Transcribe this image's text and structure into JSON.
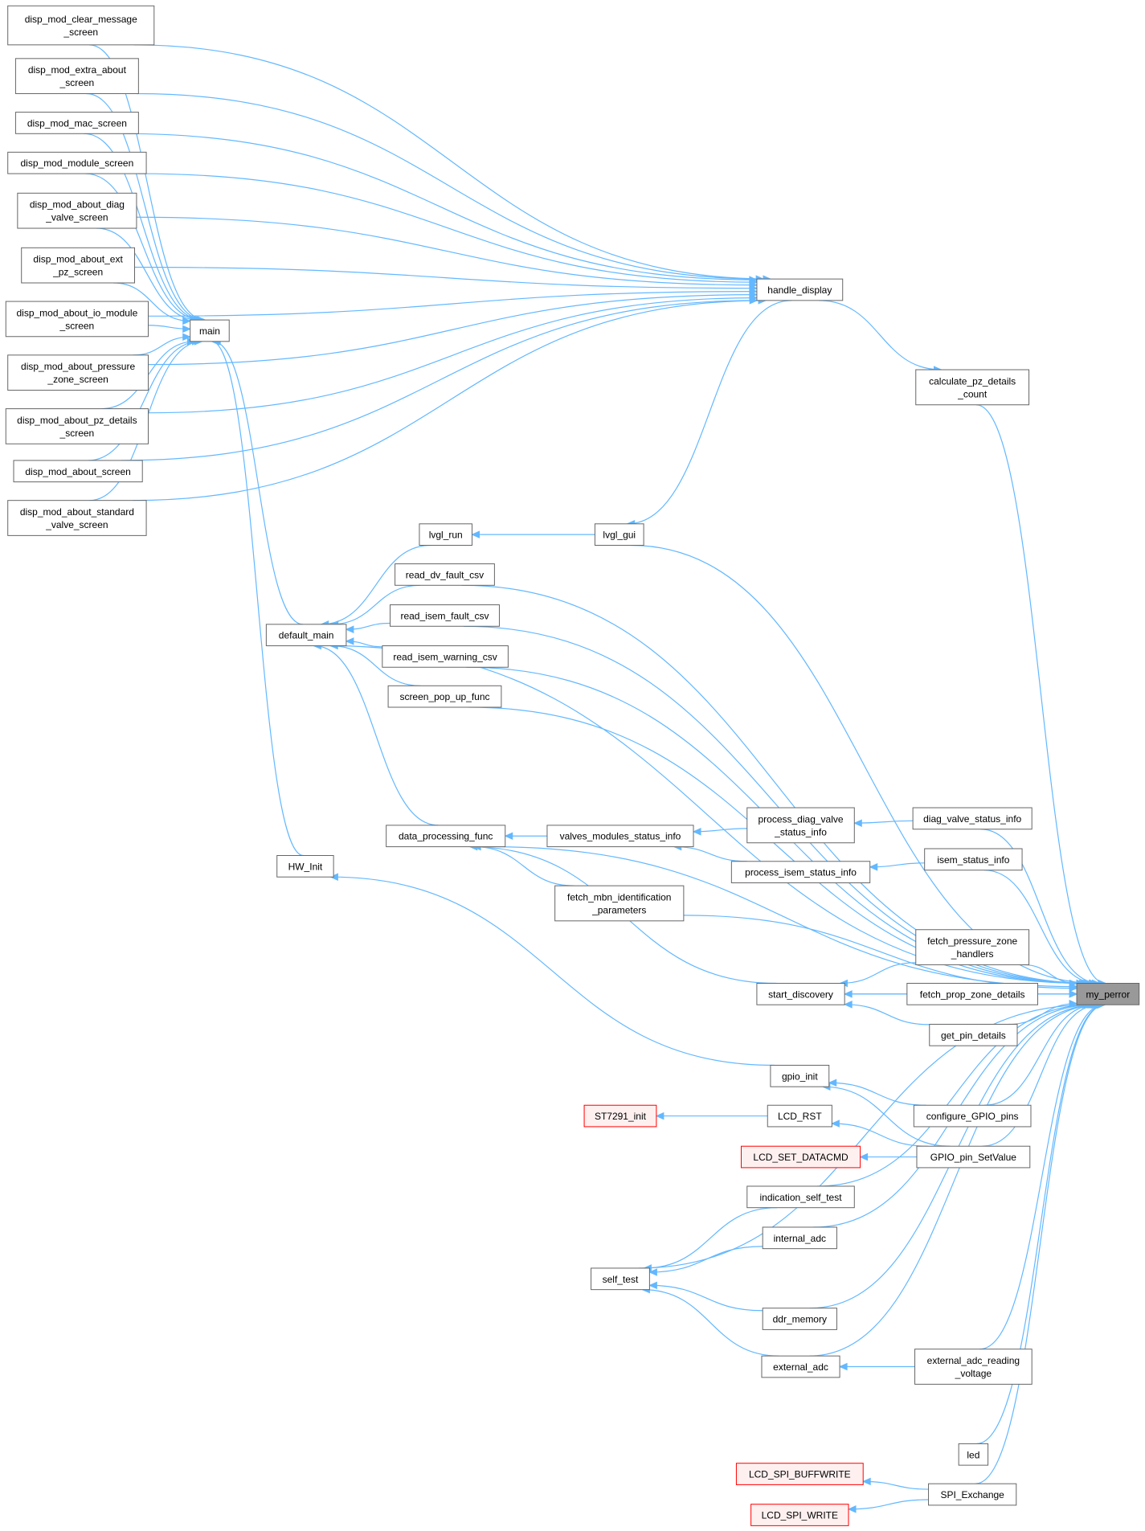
{
  "nodes": [
    {
      "id": "dmcms",
      "lines": [
        "disp_mod_clear_message",
        "_screen"
      ],
      "style": "normal"
    },
    {
      "id": "dmeas",
      "lines": [
        "disp_mod_extra_about",
        "_screen"
      ],
      "style": "normal"
    },
    {
      "id": "dmms",
      "lines": [
        "disp_mod_mac_screen"
      ],
      "style": "normal"
    },
    {
      "id": "dmmods",
      "lines": [
        "disp_mod_module_screen"
      ],
      "style": "normal"
    },
    {
      "id": "dmadvs",
      "lines": [
        "disp_mod_about_diag",
        "_valve_screen"
      ],
      "style": "normal"
    },
    {
      "id": "dmaeps",
      "lines": [
        "disp_mod_about_ext",
        "_pz_screen"
      ],
      "style": "normal"
    },
    {
      "id": "dmaioms",
      "lines": [
        "disp_mod_about_io_module",
        "_screen"
      ],
      "style": "normal"
    },
    {
      "id": "dmapzs",
      "lines": [
        "disp_mod_about_pressure",
        "_zone_screen"
      ],
      "style": "normal"
    },
    {
      "id": "dmapzds",
      "lines": [
        "disp_mod_about_pz_details",
        "_screen"
      ],
      "style": "normal"
    },
    {
      "id": "dmas",
      "lines": [
        "disp_mod_about_screen"
      ],
      "style": "normal"
    },
    {
      "id": "dmasvs",
      "lines": [
        "disp_mod_about_standard",
        "_valve_screen"
      ],
      "style": "normal"
    },
    {
      "id": "main",
      "lines": [
        "main"
      ],
      "style": "normal"
    },
    {
      "id": "handle_display",
      "lines": [
        "handle_display"
      ],
      "style": "normal"
    },
    {
      "id": "calc_pz",
      "lines": [
        "calculate_pz_details",
        "_count"
      ],
      "style": "normal"
    },
    {
      "id": "lvgl_run",
      "lines": [
        "lvgl_run"
      ],
      "style": "normal"
    },
    {
      "id": "lvgl_gui",
      "lines": [
        "lvgl_gui"
      ],
      "style": "normal"
    },
    {
      "id": "read_dv",
      "lines": [
        "read_dv_fault_csv"
      ],
      "style": "normal"
    },
    {
      "id": "read_isem_fault",
      "lines": [
        "read_isem_fault_csv"
      ],
      "style": "normal"
    },
    {
      "id": "default_main",
      "lines": [
        "default_main"
      ],
      "style": "normal"
    },
    {
      "id": "read_isem_warn",
      "lines": [
        "read_isem_warning_csv"
      ],
      "style": "normal"
    },
    {
      "id": "screen_popup",
      "lines": [
        "screen_pop_up_func"
      ],
      "style": "normal"
    },
    {
      "id": "proc_diag",
      "lines": [
        "process_diag_valve",
        "_status_info"
      ],
      "style": "normal"
    },
    {
      "id": "diag_valve",
      "lines": [
        "diag_valve_status_info"
      ],
      "style": "normal"
    },
    {
      "id": "data_proc",
      "lines": [
        "data_processing_func"
      ],
      "style": "normal"
    },
    {
      "id": "valves_mod",
      "lines": [
        "valves_modules_status_info"
      ],
      "style": "normal"
    },
    {
      "id": "hw_init",
      "lines": [
        "HW_Init"
      ],
      "style": "normal"
    },
    {
      "id": "proc_isem",
      "lines": [
        "process_isem_status_info"
      ],
      "style": "normal"
    },
    {
      "id": "isem_status",
      "lines": [
        "isem_status_info"
      ],
      "style": "normal"
    },
    {
      "id": "fetch_mbn",
      "lines": [
        "fetch_mbn_identification",
        "_parameters"
      ],
      "style": "normal"
    },
    {
      "id": "fetch_pz_handlers",
      "lines": [
        "fetch_pressure_zone",
        "_handlers"
      ],
      "style": "normal"
    },
    {
      "id": "start_disc",
      "lines": [
        "start_discovery"
      ],
      "style": "normal"
    },
    {
      "id": "fetch_prop",
      "lines": [
        "fetch_prop_zone_details"
      ],
      "style": "normal"
    },
    {
      "id": "my_perror",
      "lines": [
        "my_perror"
      ],
      "style": "highlight"
    },
    {
      "id": "get_pin",
      "lines": [
        "get_pin_details"
      ],
      "style": "normal"
    },
    {
      "id": "gpio_init",
      "lines": [
        "gpio_init"
      ],
      "style": "normal"
    },
    {
      "id": "st7291",
      "lines": [
        "ST7291_init"
      ],
      "style": "external"
    },
    {
      "id": "lcd_rst",
      "lines": [
        "LCD_RST"
      ],
      "style": "normal"
    },
    {
      "id": "config_gpio",
      "lines": [
        "configure_GPIO_pins"
      ],
      "style": "normal"
    },
    {
      "id": "lcd_set",
      "lines": [
        "LCD_SET_DATACMD"
      ],
      "style": "external"
    },
    {
      "id": "gpio_set",
      "lines": [
        "GPIO_pin_SetValue"
      ],
      "style": "normal"
    },
    {
      "id": "ind_self",
      "lines": [
        "indication_self_test"
      ],
      "style": "normal"
    },
    {
      "id": "int_adc",
      "lines": [
        "internal_adc"
      ],
      "style": "normal"
    },
    {
      "id": "self_test",
      "lines": [
        "self_test"
      ],
      "style": "normal"
    },
    {
      "id": "ddr_mem",
      "lines": [
        "ddr_memory"
      ],
      "style": "normal"
    },
    {
      "id": "ext_adc_v",
      "lines": [
        "external_adc_reading",
        "_voltage"
      ],
      "style": "normal"
    },
    {
      "id": "ext_adc",
      "lines": [
        "external_adc"
      ],
      "style": "normal"
    },
    {
      "id": "led",
      "lines": [
        "led"
      ],
      "style": "normal"
    },
    {
      "id": "lcd_spi_buff",
      "lines": [
        "LCD_SPI_BUFFWRITE"
      ],
      "style": "external"
    },
    {
      "id": "spi_ex",
      "lines": [
        "SPI_Exchange"
      ],
      "style": "normal"
    },
    {
      "id": "lcd_spi_write",
      "lines": [
        "LCD_SPI_WRITE"
      ],
      "style": "external"
    }
  ],
  "edges": [
    [
      "main",
      "dmcms"
    ],
    [
      "main",
      "dmeas"
    ],
    [
      "main",
      "dmms"
    ],
    [
      "main",
      "dmmods"
    ],
    [
      "main",
      "dmadvs"
    ],
    [
      "main",
      "dmaeps"
    ],
    [
      "main",
      "dmaioms"
    ],
    [
      "main",
      "dmapzs"
    ],
    [
      "main",
      "dmapzds"
    ],
    [
      "main",
      "dmas"
    ],
    [
      "main",
      "dmasvs"
    ],
    [
      "main",
      "default_main"
    ],
    [
      "main",
      "hw_init"
    ],
    [
      "handle_display",
      "dmcms"
    ],
    [
      "handle_display",
      "dmeas"
    ],
    [
      "handle_display",
      "dmms"
    ],
    [
      "handle_display",
      "dmmods"
    ],
    [
      "handle_display",
      "dmadvs"
    ],
    [
      "handle_display",
      "dmaeps"
    ],
    [
      "handle_display",
      "dmaioms"
    ],
    [
      "handle_display",
      "dmapzs"
    ],
    [
      "handle_display",
      "dmapzds"
    ],
    [
      "handle_display",
      "dmas"
    ],
    [
      "handle_display",
      "dmasvs"
    ],
    [
      "lvgl_gui",
      "handle_display"
    ],
    [
      "calc_pz",
      "handle_display"
    ],
    [
      "my_perror",
      "calc_pz"
    ],
    [
      "lvgl_run",
      "lvgl_gui"
    ],
    [
      "my_perror",
      "lvgl_gui"
    ],
    [
      "default_main",
      "lvgl_run"
    ],
    [
      "default_main",
      "read_dv"
    ],
    [
      "default_main",
      "read_isem_fault"
    ],
    [
      "default_main",
      "read_isem_warn"
    ],
    [
      "default_main",
      "screen_popup"
    ],
    [
      "default_main",
      "data_proc"
    ],
    [
      "my_perror",
      "read_dv"
    ],
    [
      "my_perror",
      "read_isem_fault"
    ],
    [
      "my_perror",
      "read_isem_warn"
    ],
    [
      "my_perror",
      "screen_popup"
    ],
    [
      "my_perror",
      "default_main"
    ],
    [
      "my_perror",
      "data_proc"
    ],
    [
      "data_proc",
      "valves_mod"
    ],
    [
      "data_proc",
      "fetch_mbn"
    ],
    [
      "data_proc",
      "start_disc"
    ],
    [
      "valves_mod",
      "proc_diag"
    ],
    [
      "valves_mod",
      "proc_isem"
    ],
    [
      "proc_diag",
      "diag_valve"
    ],
    [
      "proc_isem",
      "isem_status"
    ],
    [
      "my_perror",
      "diag_valve"
    ],
    [
      "my_perror",
      "isem_status"
    ],
    [
      "my_perror",
      "fetch_mbn"
    ],
    [
      "start_disc",
      "fetch_pz_handlers"
    ],
    [
      "start_disc",
      "fetch_prop"
    ],
    [
      "start_disc",
      "get_pin"
    ],
    [
      "my_perror",
      "fetch_pz_handlers"
    ],
    [
      "my_perror",
      "fetch_prop"
    ],
    [
      "my_perror",
      "get_pin"
    ],
    [
      "my_perror",
      "start_disc"
    ],
    [
      "hw_init",
      "gpio_init"
    ],
    [
      "gpio_init",
      "config_gpio"
    ],
    [
      "gpio_init",
      "gpio_set"
    ],
    [
      "st7291",
      "lcd_rst"
    ],
    [
      "lcd_rst",
      "gpio_set"
    ],
    [
      "lcd_set",
      "gpio_set"
    ],
    [
      "my_perror",
      "config_gpio"
    ],
    [
      "my_perror",
      "gpio_set"
    ],
    [
      "self_test",
      "ind_self"
    ],
    [
      "self_test",
      "int_adc"
    ],
    [
      "self_test",
      "ddr_mem"
    ],
    [
      "self_test",
      "ext_adc"
    ],
    [
      "ext_adc",
      "ext_adc_v"
    ],
    [
      "my_perror",
      "ind_self"
    ],
    [
      "my_perror",
      "int_adc"
    ],
    [
      "my_perror",
      "self_test"
    ],
    [
      "my_perror",
      "ddr_mem"
    ],
    [
      "my_perror",
      "ext_adc_v"
    ],
    [
      "my_perror",
      "ext_adc"
    ],
    [
      "my_perror",
      "led"
    ],
    [
      "lcd_spi_buff",
      "spi_ex"
    ],
    [
      "lcd_spi_write",
      "spi_ex"
    ],
    [
      "my_perror",
      "spi_ex"
    ]
  ],
  "colors": {
    "edge": "#63b8ff",
    "node_border": "#666666",
    "highlight_fill": "#999999",
    "external_border": "#ff0000",
    "external_fill": "#fff0f0"
  }
}
